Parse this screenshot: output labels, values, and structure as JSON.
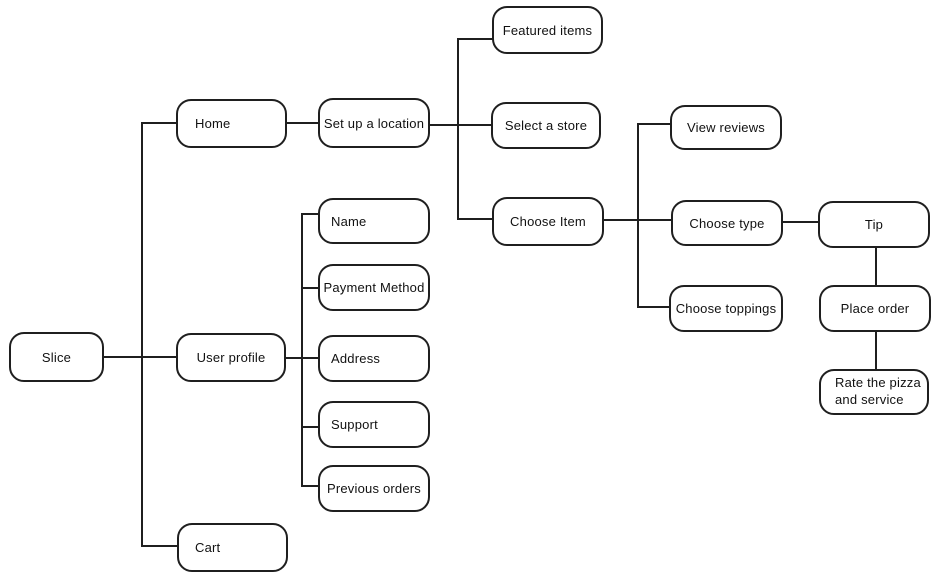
{
  "diagram": {
    "type": "sitemap-flowchart",
    "colors": {
      "stroke": "#1f1f1f",
      "text": "#111111",
      "background": "#ffffff"
    },
    "nodes": {
      "slice": {
        "label": "Slice"
      },
      "home": {
        "label": "Home"
      },
      "user_profile": {
        "label": "User profile"
      },
      "cart": {
        "label": "Cart"
      },
      "set_up_location": {
        "label": "Set up a location"
      },
      "name": {
        "label": "Name"
      },
      "payment_method": {
        "label": "Payment Method"
      },
      "address": {
        "label": "Address"
      },
      "support": {
        "label": "Support"
      },
      "previous_orders": {
        "label": "Previous orders"
      },
      "featured_items": {
        "label": "Featured items"
      },
      "select_store": {
        "label": "Select a store"
      },
      "choose_item": {
        "label": "Choose Item"
      },
      "view_reviews": {
        "label": "View reviews"
      },
      "choose_type": {
        "label": "Choose type"
      },
      "choose_toppings": {
        "label": "Choose toppings"
      },
      "tip": {
        "label": "Tip"
      },
      "place_order": {
        "label": "Place order"
      },
      "rate_pizza": {
        "label": "Rate the pizza and service"
      }
    },
    "edges": [
      {
        "from": "slice",
        "to": "home"
      },
      {
        "from": "slice",
        "to": "user_profile"
      },
      {
        "from": "slice",
        "to": "cart"
      },
      {
        "from": "home",
        "to": "set_up_location"
      },
      {
        "from": "set_up_location",
        "to": "featured_items"
      },
      {
        "from": "set_up_location",
        "to": "select_store"
      },
      {
        "from": "set_up_location",
        "to": "choose_item"
      },
      {
        "from": "user_profile",
        "to": "name"
      },
      {
        "from": "user_profile",
        "to": "payment_method"
      },
      {
        "from": "user_profile",
        "to": "address"
      },
      {
        "from": "user_profile",
        "to": "support"
      },
      {
        "from": "user_profile",
        "to": "previous_orders"
      },
      {
        "from": "choose_item",
        "to": "view_reviews"
      },
      {
        "from": "choose_item",
        "to": "choose_type"
      },
      {
        "from": "choose_item",
        "to": "choose_toppings"
      },
      {
        "from": "choose_type",
        "to": "tip"
      },
      {
        "from": "tip",
        "to": "place_order"
      },
      {
        "from": "place_order",
        "to": "rate_pizza"
      }
    ]
  }
}
